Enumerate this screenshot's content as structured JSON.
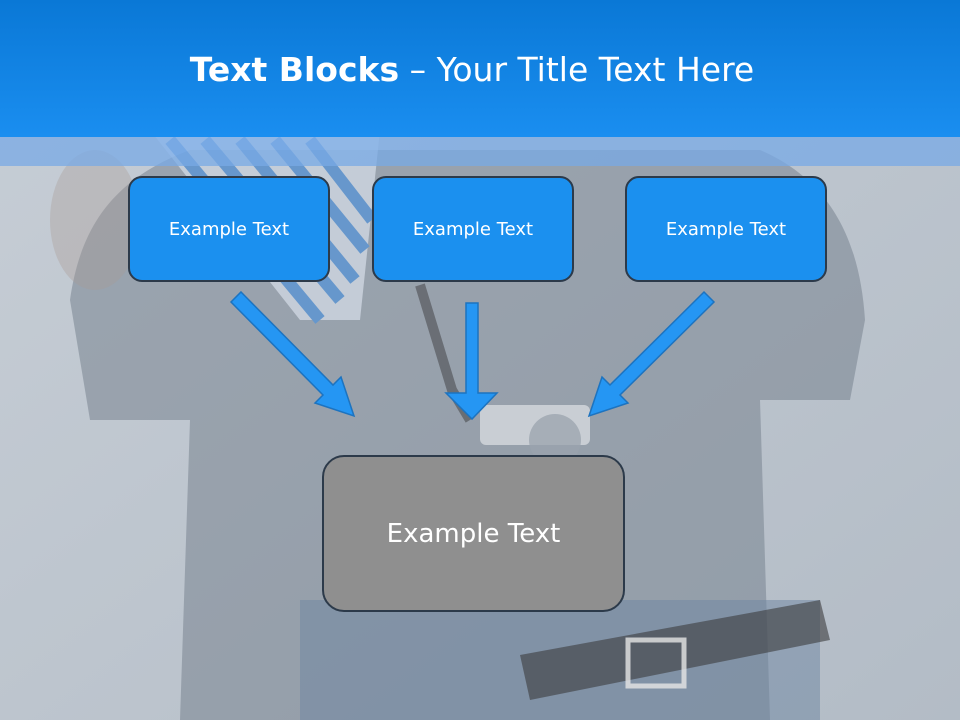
{
  "title": {
    "bold": "Text Blocks",
    "dash": "–",
    "rest": "Your Title Text Here"
  },
  "top_boxes": [
    {
      "label": "Example Text"
    },
    {
      "label": "Example Text"
    },
    {
      "label": "Example Text"
    }
  ],
  "bottom_box": {
    "label": "Example Text"
  },
  "colors": {
    "header": "#1488ea",
    "box_blue": "#1b90ef",
    "box_gray": "#8f8f8f",
    "arrow": "#2596f3"
  }
}
